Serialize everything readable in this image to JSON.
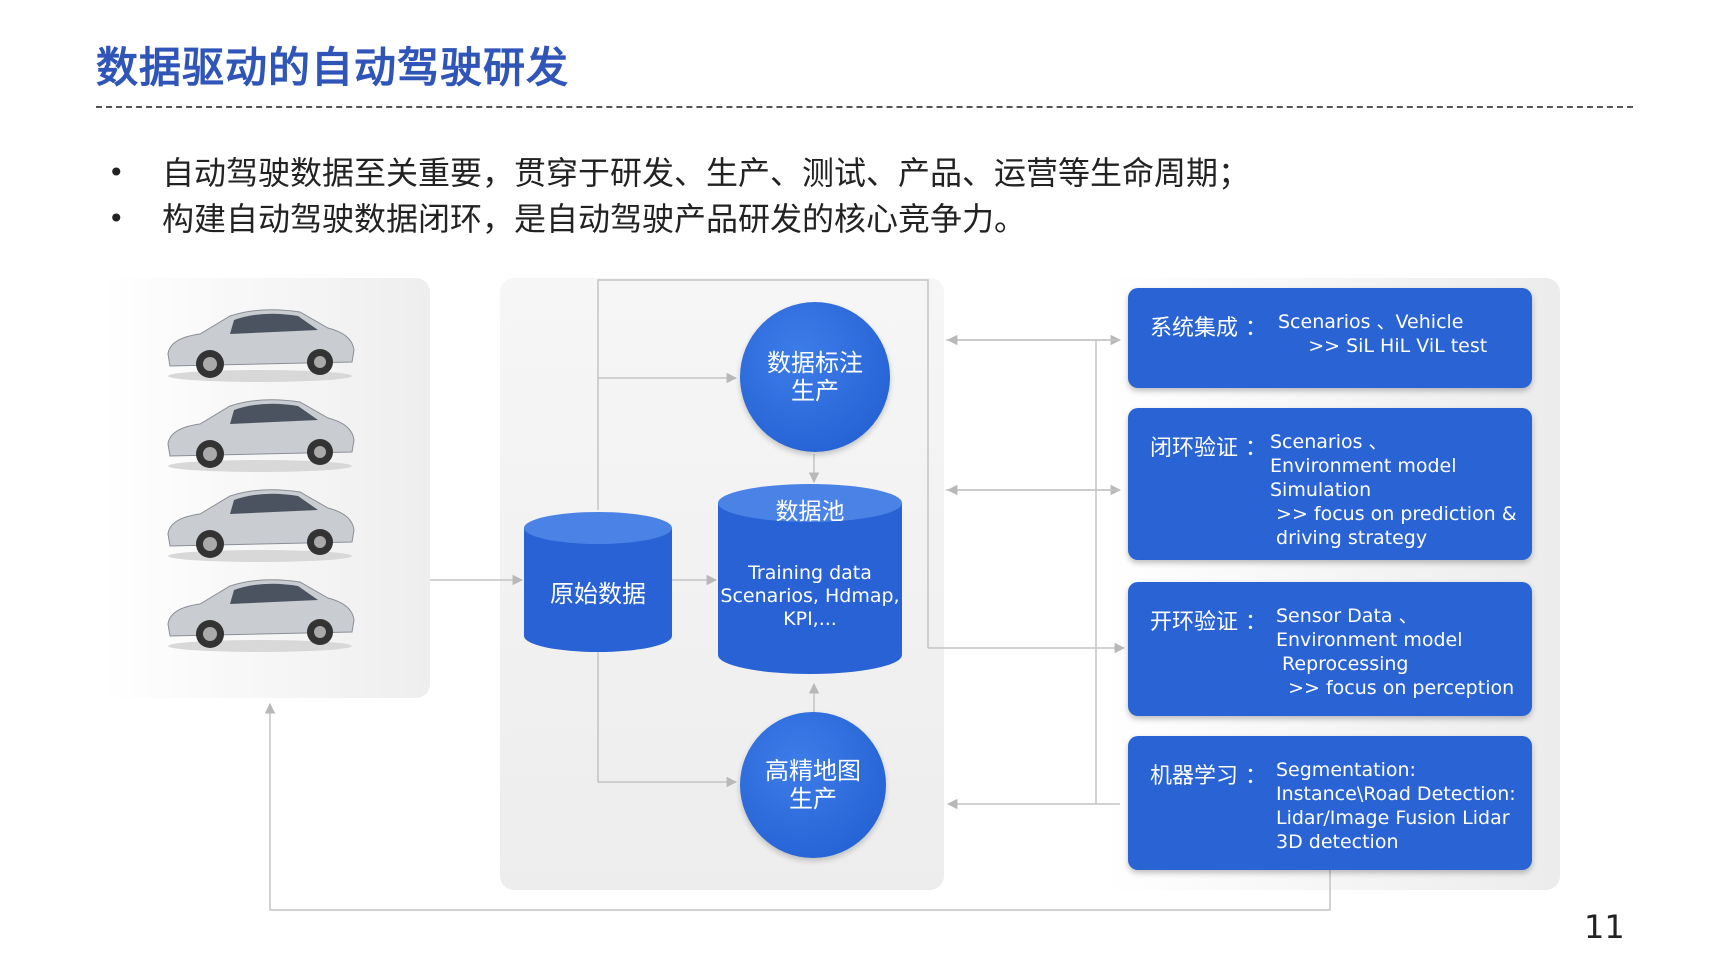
{
  "title": "数据驱动的自动驾驶研发",
  "bullets": [
    "自动驾驶数据至关重要，贯穿于研发、生产、测试、产品、运营等生命周期；",
    "构建自动驾驶数据闭环，是自动驾驶产品研发的核心竞争力。"
  ],
  "nodes": {
    "labeling": "数据标注生产",
    "raw_data": "原始数据",
    "data_pool_title": "数据池",
    "data_pool_desc": "Training data\nScenarios, Hdmap,\nKPI,...",
    "hdmap": "高精地图生产"
  },
  "boxes": [
    {
      "label": "系统集成 ：",
      "desc": "Scenarios 、Vehicle\n     >> SiL HiL ViL test"
    },
    {
      "label": "闭环验证 ：",
      "desc": "Scenarios 、\nEnvironment model\nSimulation\n >> focus on prediction &\n driving strategy"
    },
    {
      "label": "开环验证 ：",
      "desc": "Sensor Data 、\nEnvironment model\n Reprocessing\n  >> focus on perception"
    },
    {
      "label": "机器学习 ：",
      "desc": "Segmentation:\nInstance\\Road Detection:\nLidar/Image Fusion Lidar\n3D detection"
    }
  ],
  "page_number": "11",
  "colors": {
    "title": "#2f55b8",
    "node_blue": "#2862d4",
    "box_blue": "#2a63d3"
  },
  "icons": [
    "car-icon"
  ]
}
